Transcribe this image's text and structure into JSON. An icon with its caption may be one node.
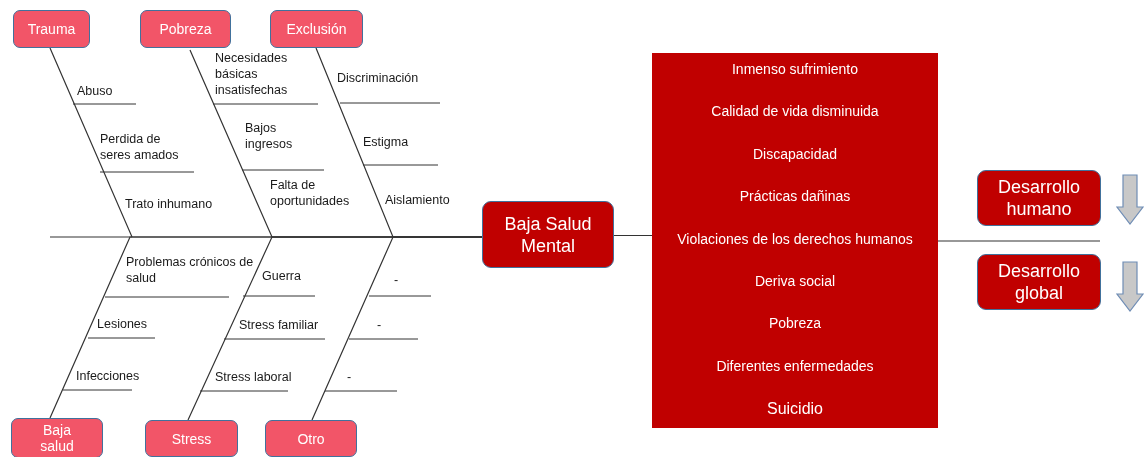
{
  "diagram": {
    "nodes": [
      {
        "text": [
          "Trauma"
        ]
      },
      {
        "text": [
          "Pobreza"
        ]
      },
      {
        "text": [
          "Exclusión"
        ]
      },
      {
        "text": [
          "Baja Salud Mental"
        ]
      },
      {
        "text": [
          "Inmenso sufrimiento",
          "Calidad de vida disminuida",
          "Discapacidad",
          "Prácticas dañinas",
          "Violaciones de los derechos humanos",
          "Deriva social",
          "Pobreza",
          "Diferentes enfermedades",
          "Suicidio"
        ]
      },
      {
        "text": [
          "Desarrollo humano"
        ]
      },
      {
        "text": [
          "Desarrollo global"
        ]
      },
      {
        "text": [
          "Baja salud"
        ]
      },
      {
        "text": [
          "Stress"
        ]
      },
      {
        "text": [
          "Otro"
        ]
      }
    ],
    "edges": [
      {
        "from": 0,
        "to": 3,
        "arrow": "none"
      },
      {
        "from": 1,
        "to": 3,
        "arrow": "none"
      },
      {
        "from": 2,
        "to": 3,
        "arrow": "none"
      },
      {
        "from": 7,
        "to": 3,
        "arrow": "none"
      },
      {
        "from": 8,
        "to": 3,
        "arrow": "none"
      },
      {
        "from": 9,
        "to": 3,
        "arrow": "none"
      },
      {
        "from": 3,
        "to": 4,
        "arrow": "none"
      }
    ],
    "labels": [
      "Abuso",
      "Perdida de seres amados",
      "Trato inhumano",
      "Necesidades básicas insatisfechas",
      "Bajos ingresos",
      "Falta de oportunidades",
      "Discriminación",
      "Estigma",
      "Aislamiento",
      "Problemas crónicos de salud",
      "Lesiones",
      "Infecciones",
      "Guerra",
      "Stress familiar",
      "Stress laboral",
      "-",
      "-",
      "-"
    ]
  }
}
